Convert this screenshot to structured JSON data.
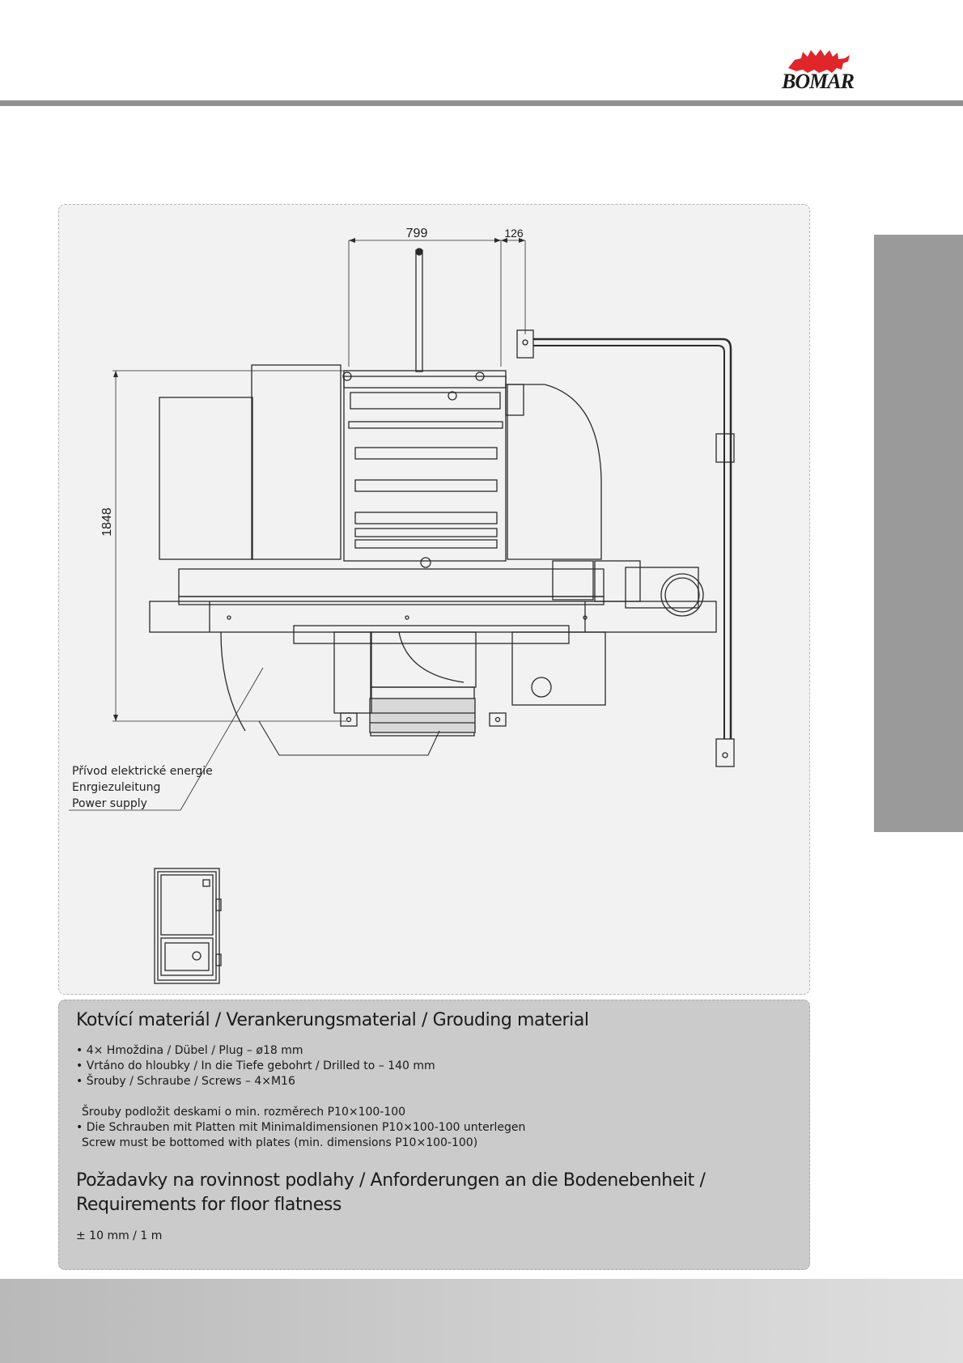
{
  "header": {
    "logo_text": "BOMAR",
    "logo_color": "#e0262b"
  },
  "drawing": {
    "dim_width": "799",
    "dim_offset": "126",
    "dim_height": "1848",
    "callout_line1": "Přívod elektrické energie",
    "callout_line2": "Enrgiezuleitung",
    "callout_line3": "Power supply"
  },
  "anchoring": {
    "title": "Kotvící materiál / Verankerungsmaterial / Grouding material",
    "items": [
      "• 4× Hmoždina / Dübel / Plug – ø18 mm",
      "• Vrtáno do hloubky / In die Tiefe gebohrt / Drilled to – 140 mm",
      "• Šrouby / Schraube / Screws – 4×M16"
    ],
    "note_line1": "Šrouby podložit deskami o min. rozměrech P10×100-100",
    "note_line2": "• Die Schrauben mit Platten mit Minimaldimensionen P10×100-100 unterlegen",
    "note_line3": "Screw must be bottomed with plates (min. dimensions P10×100-100)"
  },
  "flatness": {
    "title_line1": "Požadavky na rovinnost podlahy / Anforderungen an die Bodenebenheit /",
    "title_line2": "Requirements for floor flatness",
    "value": "± 10 mm / 1 m"
  }
}
